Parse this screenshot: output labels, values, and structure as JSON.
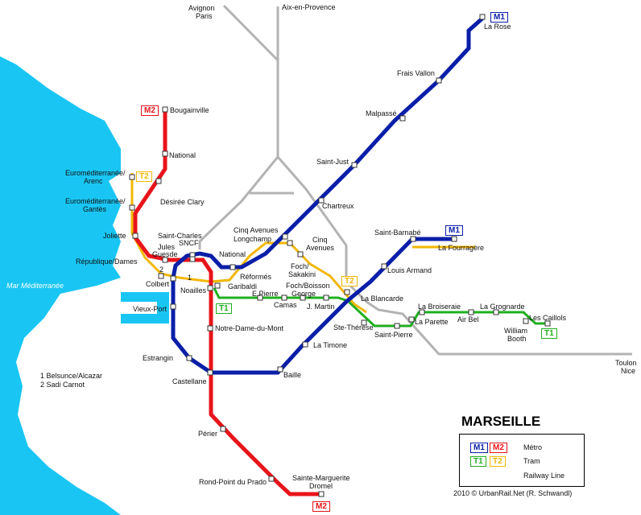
{
  "colors": {
    "sea": "#19c6f3",
    "m1": "#0a1fa8",
    "m2": "#e8141b",
    "t1": "#1fb01f",
    "t2": "#f2b705",
    "rail": "#b3b3b3"
  },
  "title": "MARSEILLE",
  "sea_label": "Mar Méditerranée",
  "credit": "2010 © UrbanRail.Net (R. Schwandl)",
  "legend": {
    "metro": "Métro",
    "tram": "Tram",
    "rail": "Railway Line"
  },
  "badges": {
    "m1": "M1",
    "m2": "M2",
    "t1": "T1",
    "t2": "T2"
  },
  "notes": {
    "n1": "1 Belsunce/Alcazar",
    "n2": "2 Sadi Carnot"
  },
  "rail_destinations": {
    "avignon": "Avignon",
    "paris": "Paris",
    "aix": "Aix-en-Provence",
    "toulon": "Toulon",
    "nice": "Nice"
  },
  "stations": {
    "la_rose": "La Rose",
    "frais_vallon": "Frais Vallon",
    "malpasse": "Malpassé",
    "saint_just": "Saint-Just",
    "chartreux": "Chartreux",
    "cinq_avenues_longchamp_1": "Cinq Avenues",
    "cinq_avenues_longchamp_2": "Longchamp",
    "reformes": "Réformés",
    "national_m1": "National",
    "saint_charles_1": "Saint-Charles",
    "saint_charles_2": "SNCF",
    "jules_guesde_1": "Jules",
    "jules_guesde_2": "Guesde",
    "colbert": "Colbert",
    "vieux_port": "Vieux-Port",
    "estrangin": "Estrangin",
    "castellane": "Castellane",
    "baille": "Baille",
    "la_timone": "La Timone",
    "la_blancarde": "La Blancarde",
    "louis_armand": "Louis Armand",
    "saint_barnabe": "Saint-Barnabé",
    "la_fourragere": "La Fourragère",
    "bougainville": "Bougainville",
    "national_m2": "National",
    "desiree_clary": "Désirée Clary",
    "joliette": "Joliette",
    "noailles": "Noailles",
    "notre_dame": "Notre-Dame-du-Mont",
    "perier": "Périer",
    "rond_point": "Rond-Point du Prado",
    "sainte_marguerite_1": "Sainte-Marguerite",
    "sainte_marguerite_2": "Dromel",
    "euromed_arenc_1": "Euroméditerranée/",
    "euromed_arenc_2": "Arenc",
    "euromed_gantes_1": "Euroméditerranée/",
    "euromed_gantes_2": "Gantès",
    "republique": "République/Dames",
    "cinq_avenues_t2_1": "Cinq",
    "cinq_avenues_t2_2": "Avenues",
    "foch_sakakini_1": "Foch/",
    "foch_sakakini_2": "Sakakini",
    "foch_boisson_1": "Foch/Boisson",
    "foch_boisson_2": "George",
    "garibaldi": "Garibaldi",
    "e_pierre": "E.Pierre",
    "camas": "Camas",
    "j_martin": "J. Martin",
    "ste_therese": "Ste-Thérèse",
    "saint_pierre": "Saint-Pierre",
    "la_parette": "La Parette",
    "la_boiseraie": "La Broiseraie",
    "air_bel": "Air Bel",
    "la_grognarde": "La Grognarde",
    "william_booth_1": "William",
    "william_booth_2": "Booth",
    "les_caillols": "Les Caillols",
    "mark_1": "1",
    "mark_2": "2"
  }
}
